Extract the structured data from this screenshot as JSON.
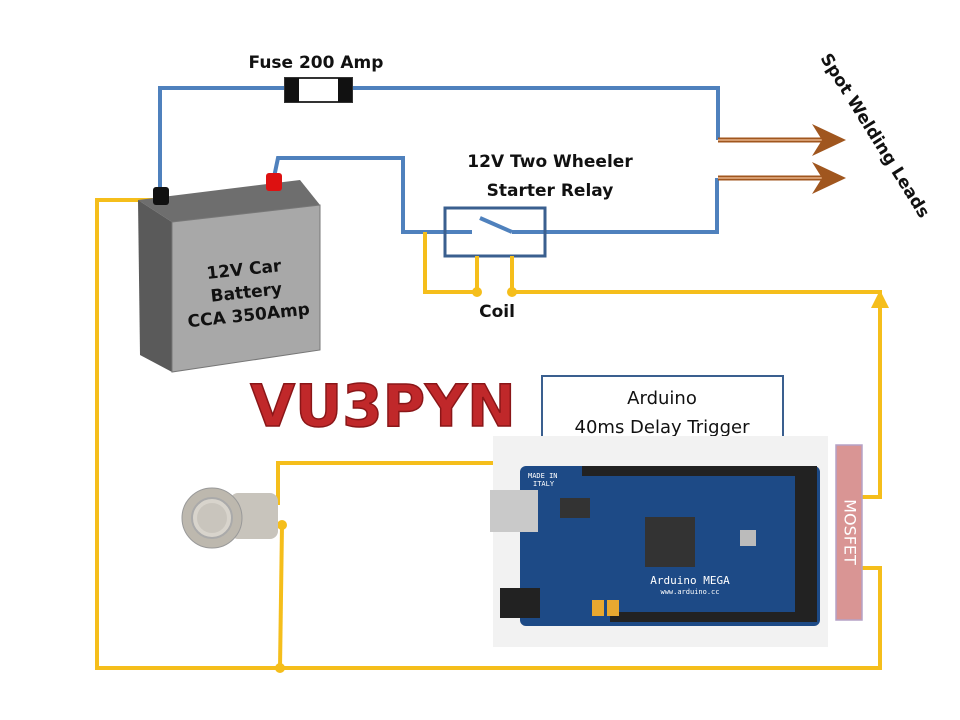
{
  "labels": {
    "fuse": "Fuse 200 Amp",
    "relay_line1": "12V Two Wheeler",
    "relay_line2": "Starter Relay",
    "coil": "Coil",
    "battery_line1": "12V Car",
    "battery_line2": "Battery",
    "battery_line3": "CCA 350Amp",
    "callsign": "VU3PYN",
    "arduino_line1": "Arduino",
    "arduino_line2": "40ms Delay Trigger",
    "mosfet": "MOSFET",
    "leads": "Spot Welding Leads",
    "board_name": "Arduino MEGA",
    "board_url": "www.arduino.cc",
    "board_made": "MADE IN",
    "board_italy": "ITALY"
  },
  "colors": {
    "power_wire": "#4f81bd",
    "signal_wire": "#f5be1b",
    "copper_lead": "#a0561e",
    "mosfet": "#d99594",
    "callsign": "#c0282a",
    "board": "#1d4a86"
  }
}
